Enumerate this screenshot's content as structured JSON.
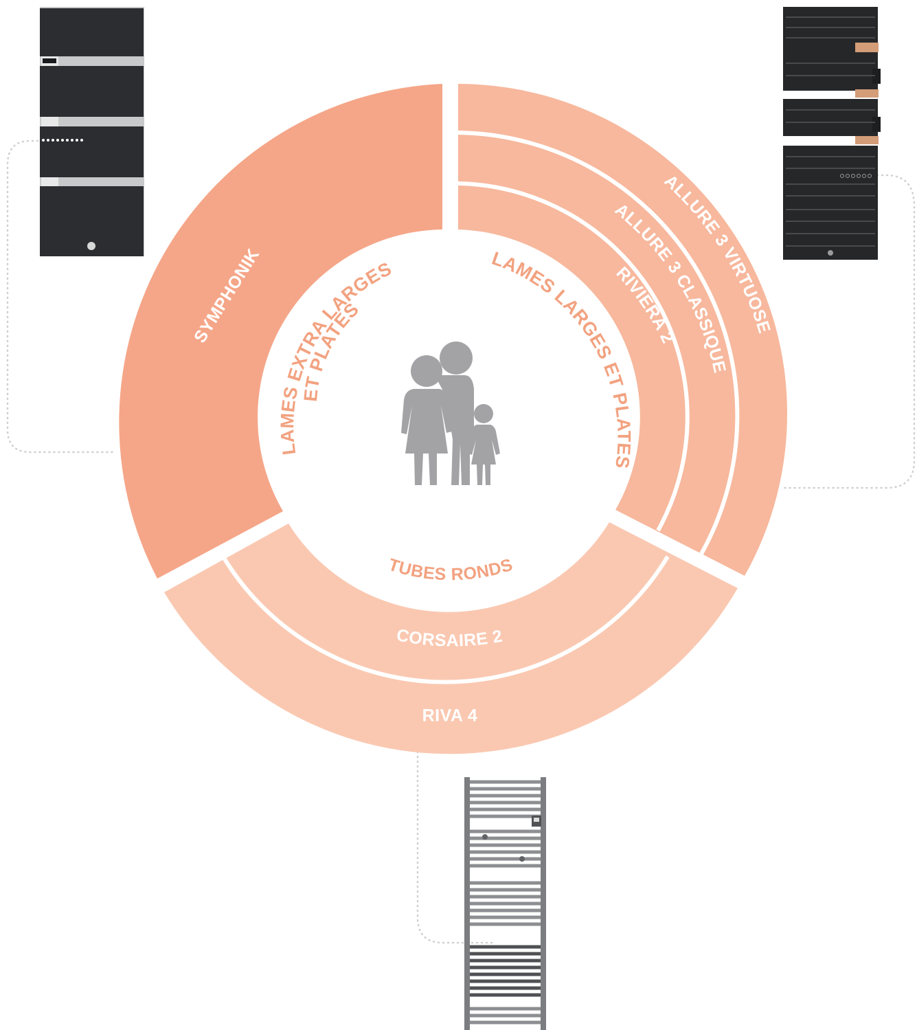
{
  "diagram": {
    "center_icon": "family-icon",
    "categories": [
      {
        "id": "extra",
        "label_line1": "LAMES EXTRA LARGES",
        "label_line2": "ET PLATES"
      },
      {
        "id": "larges",
        "label": "LAMES LARGES ET PLATES"
      },
      {
        "id": "tubes",
        "label": "TUBES RONDS"
      }
    ],
    "products": [
      {
        "name": "SYMPHONIK",
        "category": "extra"
      },
      {
        "name": "RIVIERA 2",
        "category": "larges"
      },
      {
        "name": "ALLURE 3 CLASSIQUE",
        "category": "larges"
      },
      {
        "name": "ALLURE 3 VIRTUOSE",
        "category": "larges"
      },
      {
        "name": "CORSAIRE 2",
        "category": "tubes"
      },
      {
        "name": "RIVA 4",
        "category": "tubes"
      }
    ],
    "product_images": [
      {
        "id": "symphonik-radiator",
        "icon": "towel-radiator-dark-panels-icon"
      },
      {
        "id": "allure-radiator",
        "icon": "towel-radiator-black-slats-icon"
      },
      {
        "id": "riva-radiator",
        "icon": "towel-radiator-round-tubes-icon"
      }
    ],
    "colors": {
      "symphonik": "#f5a688",
      "larges": "#f7b89d",
      "tubes": "#fac8b1",
      "label_white": "#ffffff",
      "label_inner": "#f2a280",
      "family": "#a3a3a6",
      "connector": "#cfcfcf",
      "radiator_dark": "#2b2d30",
      "radiator_grey": "#7b7d80"
    }
  }
}
